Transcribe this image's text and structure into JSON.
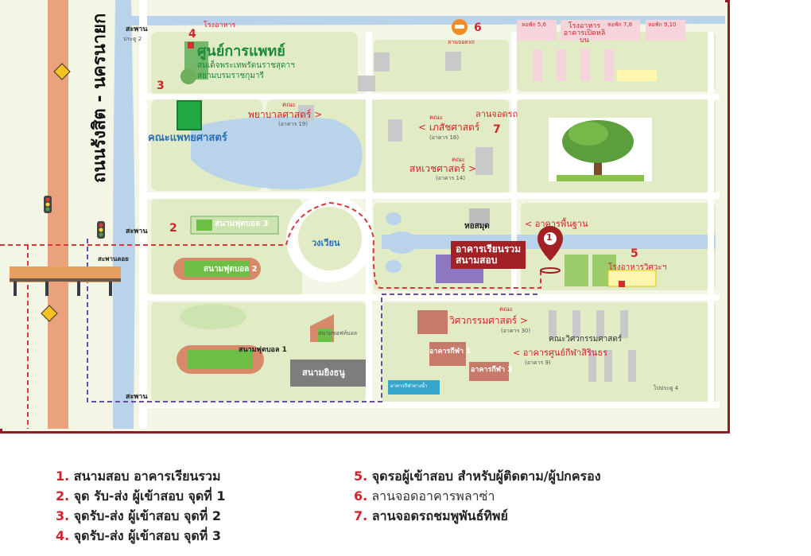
{
  "map": {
    "road_name": "ถนนรังสิต - นครนายก",
    "bridge_labels": [
      "สะพาน",
      "สะพาน",
      "สะพาน"
    ],
    "floating_bridge": "สะพานลอย",
    "gate_labels": [
      "ประตู 2",
      "ไปประตู 4"
    ],
    "buildings": {
      "medical_center_title": "ศูนย์การแพทย์",
      "medical_center_sub1": "สมเด็จพระเทพรัตนราชสุดาฯ",
      "medical_center_sub2": "สยามบรมราชกุมารี",
      "faculty_medicine": "คณะแพทยศาสตร์",
      "canteen": "โรงอาหาร",
      "canteen_plaza": "โรงอาหาร อาคารเปิดหลิบน",
      "dorm_56": "หอพัก 5,6",
      "dorm_78": "หอพัก 7,8",
      "dorm_910": "หอพัก 9,10",
      "nursing_label": "คณะ",
      "nursing": "พยาบาลศาสตร์ >",
      "nursing_bldg": "(อาคาร 19)",
      "pharmacy_label": "คณะ",
      "pharmacy": "< เภสัชศาสตร์",
      "pharmacy_bldg": "(อาคาร 16)",
      "health_label": "คณะ",
      "health": "สหเวชศาสตร์ >",
      "health_bldg": "(อาคาร 14)",
      "parking_lot": "ลานจอดรถ",
      "parking_plaza": "ลานจอดรถ",
      "football_3": "สนามฟุตบอล 3",
      "football_2": "สนามฟุตบอล 2",
      "football_1": "สนามฟุตบอล 1",
      "roundabout": "วงเวียน",
      "library": "หอสมุด",
      "basic_bldg": "< อาคารพื้นฐาน",
      "exam_bldg_1": "อาคารเรียนรวม",
      "exam_bldg_2": "สนามสอบ",
      "vitaya_canteen": "โรงอาหารวิศวะฯ",
      "engineering_label": "คณะ",
      "engineering": "วิศวกรรมศาสตร์ >",
      "engineering_bldg": "(อาคาร 30)",
      "engineering_alt": "คณะวิศวกรรมศาสตร์",
      "sports_center": "< อาคารศูนย์กีฬาสิรินธร",
      "sports_center_bldg": "(อาคาร 9)",
      "sport_bldg_1": "อาคารกีฬา 1",
      "sport_bldg_3": "อาคารกีฬา 3",
      "shooting_range": "สนามยิงธนู",
      "small_field": "สนามซอฟท์บอล",
      "swimming": "อาคารกีฬาทางน้ำ"
    },
    "markers": {
      "m1": "1",
      "m2": "2",
      "m3": "3",
      "m4": "4",
      "m5": "5",
      "m6": "6",
      "m7": "7"
    }
  },
  "legend": [
    {
      "num": "1.",
      "text": "สนามสอบ อาคารเรียนรวม"
    },
    {
      "num": "2.",
      "text": "จุด รับ-ส่ง ผู้เข้าสอบ จุดที่ 1"
    },
    {
      "num": "3.",
      "text": "จุดรับ-ส่ง ผู้เข้าสอบ จุดที่ 2"
    },
    {
      "num": "4.",
      "text": "จุดรับ-ส่ง ผู้เข้าสอบ จุดที่ 3"
    },
    {
      "num": "5.",
      "text": "จุดรอผู้เข้าสอบ สำหรับผู้ติดตาม/ผู้ปกครอง"
    },
    {
      "num": "6.",
      "text": "ลานจอดอาคารพลาซ่า"
    },
    {
      "num": "7.",
      "text": "ลานจอดรถชมพูพันธ์ทิพย์"
    }
  ],
  "colors": {
    "frame": "#8f1d22",
    "accent_red": "#d4232a",
    "green_label": "#1b8a3a",
    "canal": "#b9d4ea",
    "road": "#ffffff",
    "main_road": "#e9a27c",
    "grass": "#e1ecc6"
  }
}
